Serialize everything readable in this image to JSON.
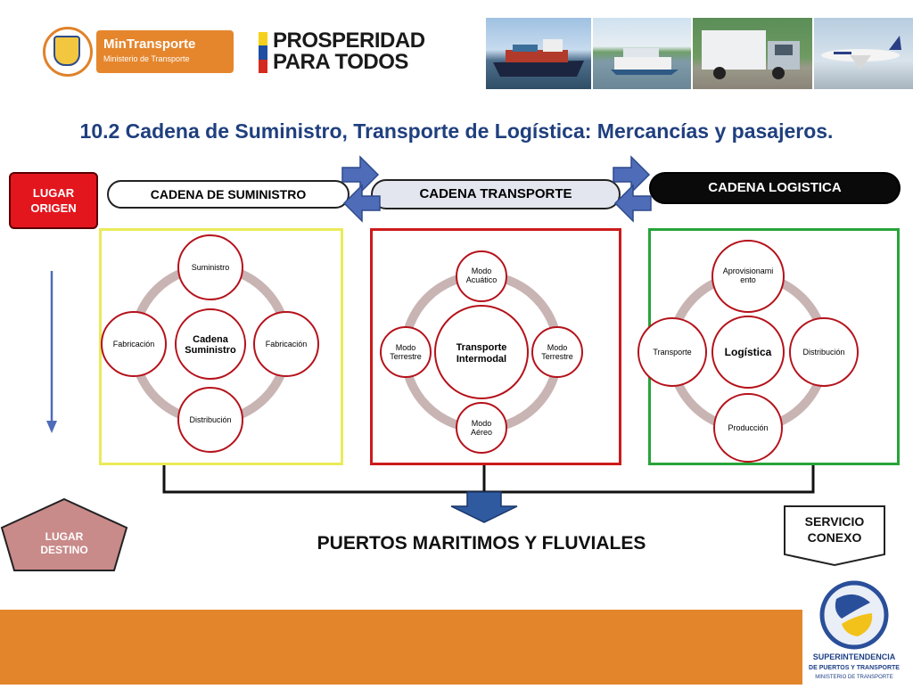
{
  "header": {
    "ministry_name": "MinTransporte",
    "ministry_sub": "Ministerio de Transporte",
    "slogan_line1": "PROSPERIDAD",
    "slogan_line2": "PARA TODOS",
    "photos": [
      "ship-photo",
      "boat-photo",
      "truck-photo",
      "airplane-photo"
    ]
  },
  "title": "10.2 Cadena de Suministro, Transporte de Logística: Mercancías y pasajeros.",
  "labels": {
    "origin": "LUGAR ORIGEN",
    "supply_chain": "CADENA  DE SUMINISTRO",
    "transport_chain": "CADENA TRANSPORTE",
    "logistics_chain": "CADENA LOGISTICA",
    "destination": "LUGAR DESTINO",
    "service": "SERVICIO CONEXO",
    "ports": "PUERTOS MARITIMOS Y FLUVIALES"
  },
  "cycles": [
    {
      "center": "Cadena Suministro",
      "top": "Suministro",
      "right": "Fabricación",
      "bottom": "Distribución",
      "left": "Fabricación"
    },
    {
      "center": "Transporte Intermodal",
      "top": "Modo Acuático",
      "right": "Modo Terrestre",
      "bottom": "Modo Aéreo",
      "left": "Modo Terrestre"
    },
    {
      "center": "Logística",
      "top": "Aprovisionamiento",
      "right": "Distribución",
      "bottom": "Producción",
      "left": "Transporte"
    }
  ],
  "footer": {
    "org_line1": "SUPERINTENDENCIA",
    "org_line2": "DE PUERTOS Y TRANSPORTE",
    "org_line3": "MINISTERIO DE TRANSPORTE"
  },
  "colors": {
    "title": "#1f3f7e",
    "origin": "#e3161e",
    "destination": "#c98a8a",
    "arrows": "#4f6cb8",
    "cycle_ring": "#c9b4b4",
    "cycle_node_border": "#b5121b",
    "frame_supply": "#eaea5a",
    "frame_transport": "#cc1b1b",
    "frame_logistics": "#27a43a",
    "band": "#e3862b"
  }
}
